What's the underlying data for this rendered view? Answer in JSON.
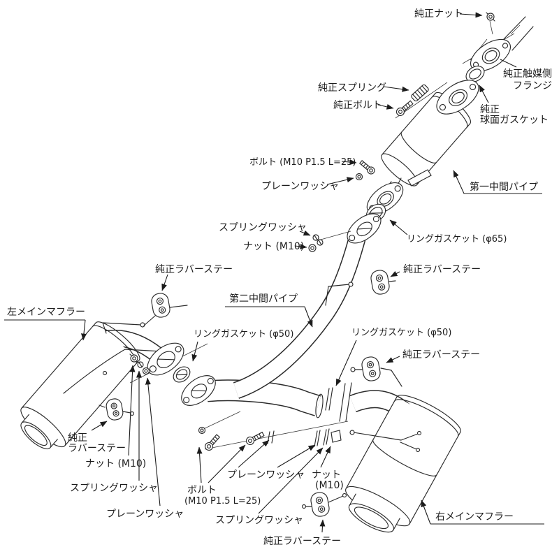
{
  "diagram": {
    "type": "exploded-parts-diagram",
    "subject": "exhaust-system",
    "background_color": "#ffffff",
    "line_color": "#2b2b2b",
    "labels": {
      "junsei_nut": "純正ナット",
      "junsei_cat_flange_1": "純正触媒側",
      "junsei_cat_flange_2": "フランジ",
      "junsei_spring": "純正スプリング",
      "junsei_bolt": "純正ボルト",
      "junsei_sph_gasket_1": "純正",
      "junsei_sph_gasket_2": "球面ガスケット",
      "bolt_m10_top": "ボルト (M10 P1.5 L=25)",
      "plain_washer_top": "プレーンワッシャ",
      "first_mid_pipe": "第一中間パイプ",
      "spring_washer_mid": "スプリングワッシャ",
      "nut_m10_mid": "ナット (M10)",
      "ring_gasket_65": "リングガスケット (φ65)",
      "stay_left_front": "純正ラバーステー",
      "stay_pipe2": "純正ラバーステー",
      "second_mid_pipe": "第二中間パイプ",
      "muffler_left": "左メインマフラー",
      "ring_gasket_50_left": "リングガスケット (φ50)",
      "ring_gasket_50_right": "リングガスケット (φ50)",
      "stay_right_front": "純正ラバーステー",
      "stay_left_rear_1": "純正",
      "stay_left_rear_2": "ラバーステー",
      "nut_m10_bl": "ナット (M10)",
      "spring_washer_bl": "スプリングワッシャ",
      "plain_washer_bl": "プレーンワッシャ",
      "bolt_bottom_1": "ボルト",
      "bolt_bottom_2": "(M10 P1.5 L=25)",
      "plain_washer_br": "プレーンワッシャ",
      "nut_br_1": "ナット",
      "nut_br_2": "(M10)",
      "spring_washer_br": "スプリングワッシャ",
      "stay_right_rear": "純正ラバーステー",
      "muffler_right": "右メインマフラー"
    }
  }
}
